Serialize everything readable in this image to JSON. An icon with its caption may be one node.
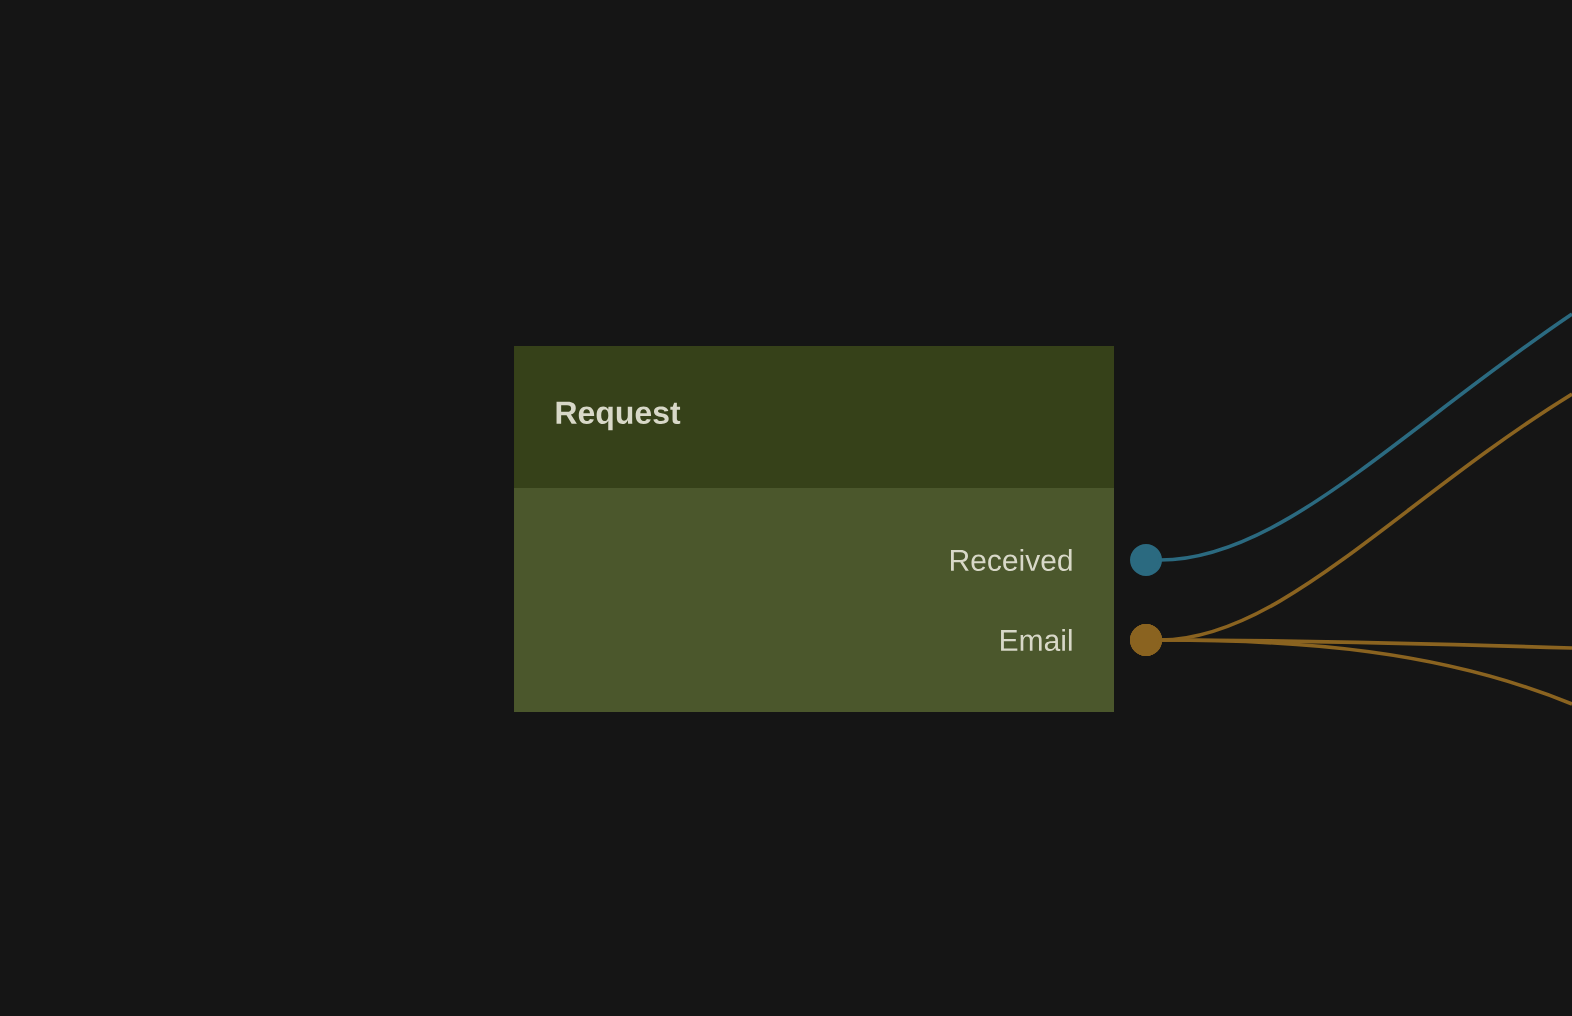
{
  "diagram": {
    "nodes": [
      {
        "text": [
          "Request"
        ]
      },
      {
        "text": [
          "Received"
        ],
        "in": 0
      },
      {
        "text": [
          "Email"
        ],
        "in": 0
      }
    ],
    "edges": [
      {
        "from": 1,
        "to": null,
        "arrow": "other",
        "color": "#2b6a80"
      },
      {
        "from": 2,
        "to": null,
        "arrow": "other"
      },
      {
        "from": 2,
        "to": null,
        "arrow": "other"
      },
      {
        "from": 2,
        "to": null,
        "arrow": "other"
      }
    ]
  }
}
